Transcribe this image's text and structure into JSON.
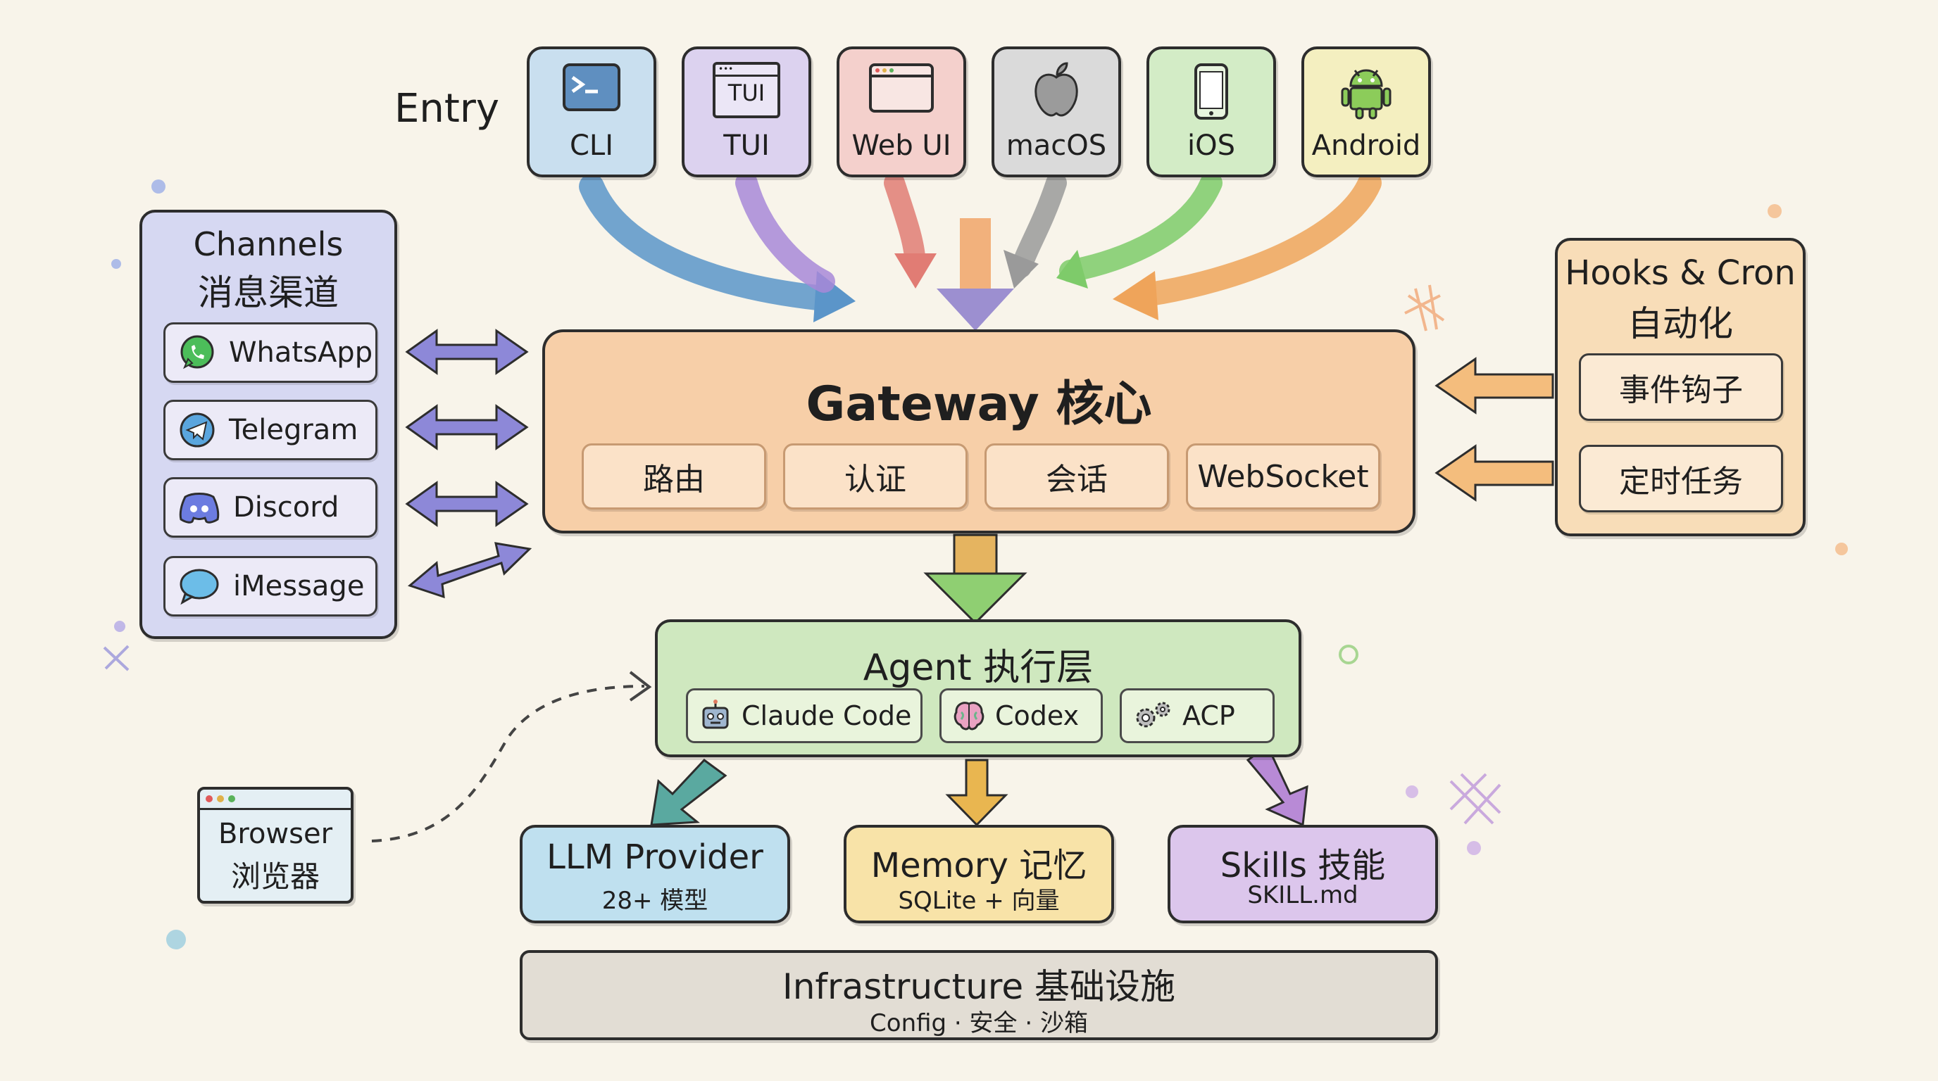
{
  "entry": {
    "label": "Entry",
    "items": [
      {
        "label": "CLI",
        "icon": "terminal-icon",
        "color": "#c9dfef"
      },
      {
        "label": "TUI",
        "icon": "tui-window-icon",
        "icon_text": "TUI",
        "color": "#dcd2ef"
      },
      {
        "label": "Web UI",
        "icon": "browser-window-icon",
        "color": "#f4d0cc"
      },
      {
        "label": "macOS",
        "icon": "apple-icon",
        "color": "#dadada"
      },
      {
        "label": "iOS",
        "icon": "phone-icon",
        "color": "#d3ecc6"
      },
      {
        "label": "Android",
        "icon": "android-icon",
        "color": "#f4efc0"
      }
    ]
  },
  "channels": {
    "title": "Channels",
    "subtitle": "消息渠道",
    "color": "#d6d8f2",
    "items": [
      {
        "label": "WhatsApp",
        "icon": "whatsapp-icon"
      },
      {
        "label": "Telegram",
        "icon": "telegram-icon"
      },
      {
        "label": "Discord",
        "icon": "discord-icon"
      },
      {
        "label": "iMessage",
        "icon": "imessage-icon"
      }
    ]
  },
  "gateway": {
    "title": "Gateway 核心",
    "color": "#f7cfa8",
    "modules": [
      "路由",
      "认证",
      "会话",
      "WebSocket"
    ]
  },
  "hooks": {
    "title": "Hooks & Cron",
    "subtitle": "自动化",
    "color": "#f8ddb8",
    "items": [
      "事件钩子",
      "定时任务"
    ]
  },
  "agent": {
    "title": "Agent 执行层",
    "color": "#cfe8bf",
    "items": [
      {
        "label": "Claude Code",
        "icon": "robot-icon"
      },
      {
        "label": "Codex",
        "icon": "brain-icon"
      },
      {
        "label": "ACP",
        "icon": "gears-icon"
      }
    ]
  },
  "browser": {
    "title": "Browser",
    "subtitle": "浏览器",
    "color": "#e4eff4"
  },
  "llm": {
    "title": "LLM Provider",
    "subtitle": "28+ 模型",
    "color": "#bfe0ef"
  },
  "memory": {
    "title": "Memory 记忆",
    "subtitle": "SQLite + 向量",
    "color": "#f8e3a8"
  },
  "skills": {
    "title": "Skills 技能",
    "subtitle": "SKILL.md",
    "color": "#dcc6ec"
  },
  "infrastructure": {
    "title": "Infrastructure 基础设施",
    "subtitle": "Config · 安全 · 沙箱",
    "color": "#e2ddd4"
  }
}
